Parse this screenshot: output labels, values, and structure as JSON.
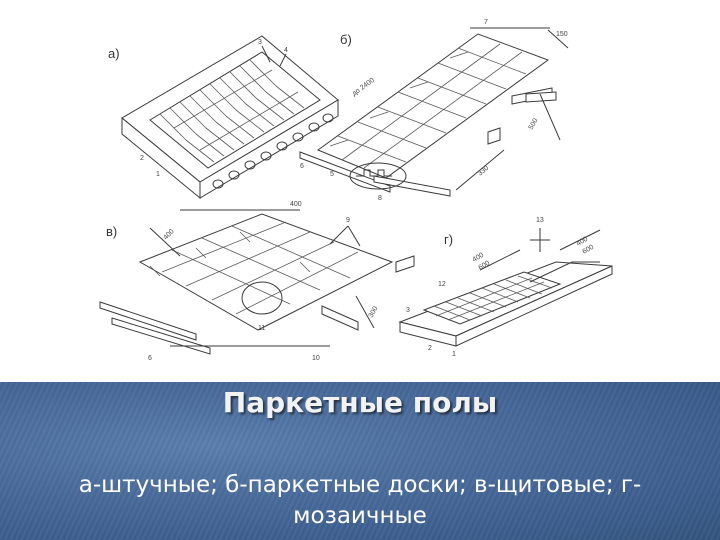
{
  "figure": {
    "panel_labels": {
      "a": "а)",
      "b": "б)",
      "v": "в)",
      "g": "г)"
    },
    "callouts": {
      "a": [
        "3",
        "4",
        "2",
        "1"
      ],
      "b": [
        "7",
        "150",
        "до 2400",
        "500",
        "330",
        "6",
        "5",
        "8"
      ],
      "v": [
        "400",
        "400",
        "9",
        "300",
        "11",
        "6",
        "10"
      ],
      "g": [
        "13",
        "400",
        "600",
        "400",
        "600",
        "12",
        "3",
        "2",
        "1"
      ]
    }
  },
  "title": "Паркетные полы",
  "subtitle": "а-штучные; б-паркетные доски; в-щитовые; г-мозаичные"
}
